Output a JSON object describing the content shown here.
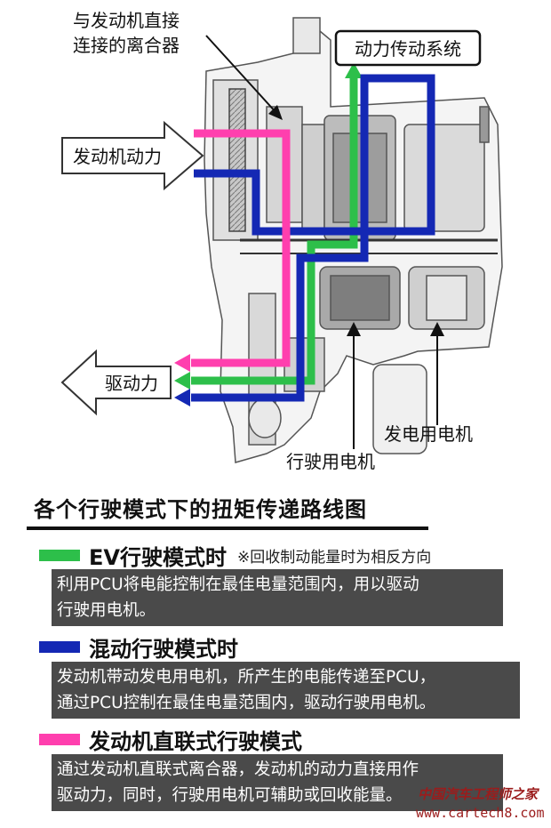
{
  "diagram": {
    "label_clutch": [
      "与发动机直接",
      "连接的离合器"
    ],
    "label_system": "动力传动系统",
    "label_engine_power": "发动机动力",
    "label_drive_force": "驱动力",
    "label_generator": "发电用电机",
    "label_drive_motor": "行驶用电机",
    "colors": {
      "ev": "#2dbf4a",
      "hybrid": "#1428b4",
      "direct": "#ff3fae"
    }
  },
  "legend": {
    "title": "各个行驶模式下的扭矩传递路线图",
    "modes": [
      {
        "title": "EV行驶模式时",
        "note": "※回收制动能量时为相反方向",
        "lines": [
          "利用PCU将电能控制在最佳电量范围内，用以驱动",
          "行驶用电机。"
        ]
      },
      {
        "title": "混动行驶模式时",
        "note": "",
        "lines": [
          "发动机带动发电用电机，所产生的电能传递至PCU，",
          "通过PCU控制在最佳电量范围内，驱动行驶用电机。"
        ]
      },
      {
        "title": "发动机直联式行驶模式",
        "note": "",
        "lines": [
          "通过发动机直联式离合器，发动机的动力直接用作",
          "驱动力，同时，行驶用电机可辅助或回收能量。"
        ]
      }
    ]
  },
  "watermark": {
    "line1": "中国汽车工程师之家",
    "line2": "www.cartech8.com"
  }
}
